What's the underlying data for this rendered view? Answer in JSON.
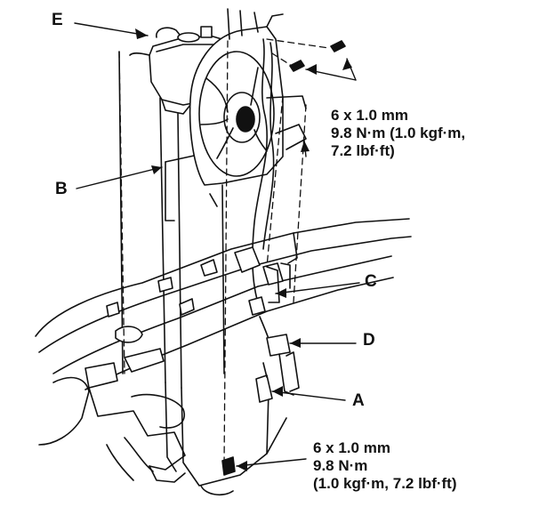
{
  "labels": {
    "A": "A",
    "B": "B",
    "C": "C",
    "D": "D",
    "E": "E"
  },
  "torque_specs": {
    "upper": {
      "size": "6 x 1.0 mm",
      "torque": "9.8 N·m (1.0 kgf·m,",
      "torque_cont": "7.2 lbf·ft)"
    },
    "lower": {
      "size": "6 x 1.0 mm",
      "torque": "9.8 N·m",
      "torque_cont": "(1.0 kgf·m, 7.2 lbf·ft)"
    }
  },
  "colors": {
    "ink": "#111111",
    "paper": "#ffffff"
  }
}
